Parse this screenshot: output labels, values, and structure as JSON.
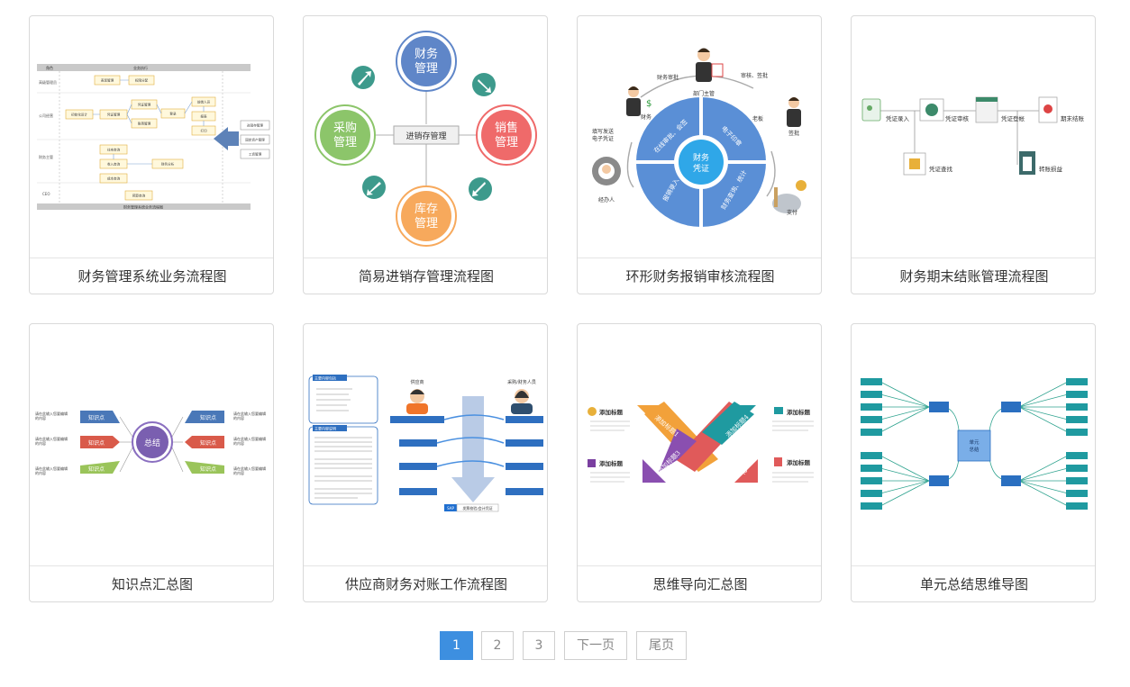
{
  "cards": [
    {
      "title": "财务管理系统业务流程图",
      "thumb": {
        "header_left": "角色",
        "header_right": "业务执行",
        "rows": [
          "高级管理员",
          "公司经营",
          "财务主管",
          "CEO"
        ],
        "footer": "财务管理系统业务流程图",
        "boxes": [
          "表现管理",
          "权限分配",
          "初始化设计",
          "凭证管理",
          "凭证管理",
          "账簿管理",
          "登录",
          "前端人员",
          "报表",
          "打印",
          "往来查询",
          "收入查询",
          "成本查询",
          "财务分析",
          "预算查询"
        ],
        "side": [
          "进销存管理",
          "固定资产管理",
          "工资管理"
        ]
      }
    },
    {
      "title": "简易进销存管理流程图",
      "thumb": {
        "top": "财务\n管理",
        "left": "采购\n管理",
        "right": "销售\n管理",
        "bottom": "库存\n管理",
        "center": "进销存管理"
      }
    },
    {
      "title": "环形财务报销审核流程图",
      "thumb": {
        "center": "财务\n凭证",
        "seg_tl": "在线审批、会签",
        "seg_tr": "电子印章",
        "seg_bl": "报销录入",
        "seg_br": "财务查询、统计",
        "labels": [
          "财务审批",
          "部门主管",
          "审核、签批",
          "老板",
          "财务",
          "填写发送\n电子凭证",
          "签批",
          "经办人",
          "支付"
        ]
      }
    },
    {
      "title": "财务期末结账管理流程图",
      "thumb": {
        "steps": [
          "凭证录入",
          "凭证审核",
          "凭证登帐",
          "期末结账"
        ],
        "sub": [
          "凭证查找",
          "转账损益"
        ]
      }
    },
    {
      "title": "知识点汇总图",
      "thumb": {
        "center": "总结",
        "tag": "知识点",
        "note_left": "请在此输入您要编辑的内容",
        "note_right": "请在此输入您要编辑的内容"
      }
    },
    {
      "title": "供应商财务对账工作流程图",
      "thumb": {
        "panel1": "主要内容包括",
        "panel2": "主要内容说明",
        "col_left": "供应商",
        "col_right": "采购/财务人员",
        "sap": "SAP",
        "sap_text": "发票校验/会计凭证"
      }
    },
    {
      "title": "思维导向汇总图",
      "thumb": {
        "items": [
          "添加标题",
          "添加标题",
          "添加标题",
          "添加标题"
        ],
        "arrows": [
          "添加标题1",
          "添加标题2",
          "添加标题3",
          "添加标题4"
        ]
      }
    },
    {
      "title": "单元总结思维导图",
      "thumb": {
        "center": "单元\n总结"
      }
    }
  ],
  "pagination": {
    "pages": [
      "1",
      "2",
      "3"
    ],
    "active": "1",
    "next": "下一页",
    "last": "尾页"
  },
  "colors": {
    "accent": "#3d8fe0",
    "blue": "#5f8fd0",
    "green": "#8cc56a",
    "red": "#ef6a6a",
    "orange": "#f7a95c",
    "teal": "#1f9aa0"
  }
}
